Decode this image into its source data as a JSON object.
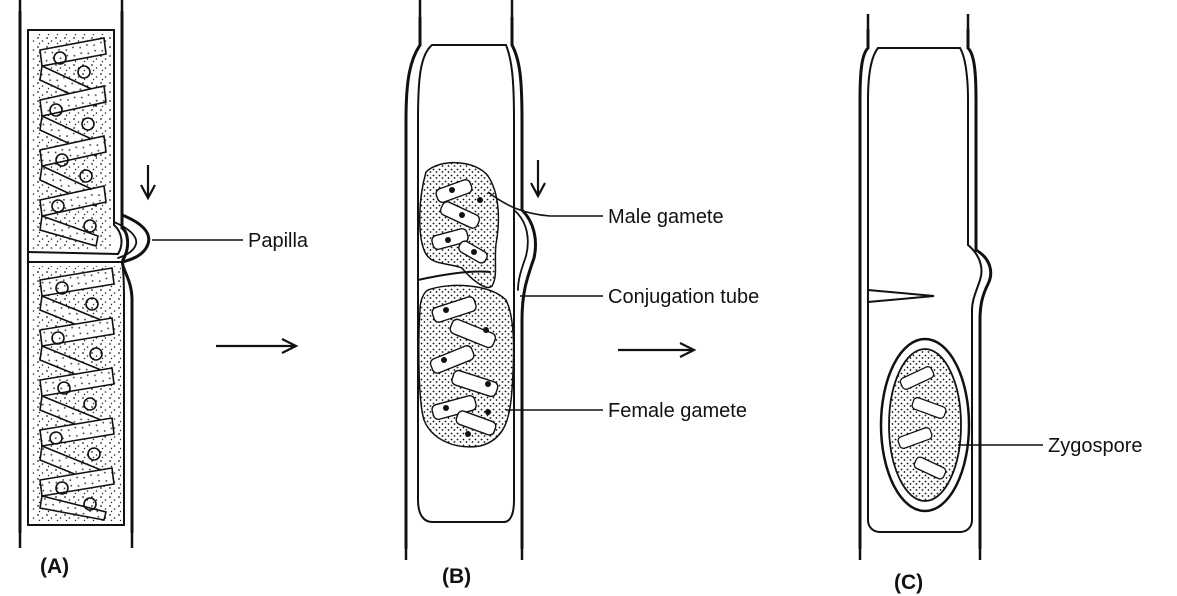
{
  "labels": {
    "papilla": "Papilla",
    "male_gamete": "Male gamete",
    "conjugation_tube": "Conjugation tube",
    "female_gamete": "Female gamete",
    "zygospore": "Zygospore"
  },
  "panels": {
    "a": "(A)",
    "b": "(B)",
    "c": "(C)"
  },
  "colors": {
    "ink": "#111111",
    "background": "#ffffff"
  }
}
